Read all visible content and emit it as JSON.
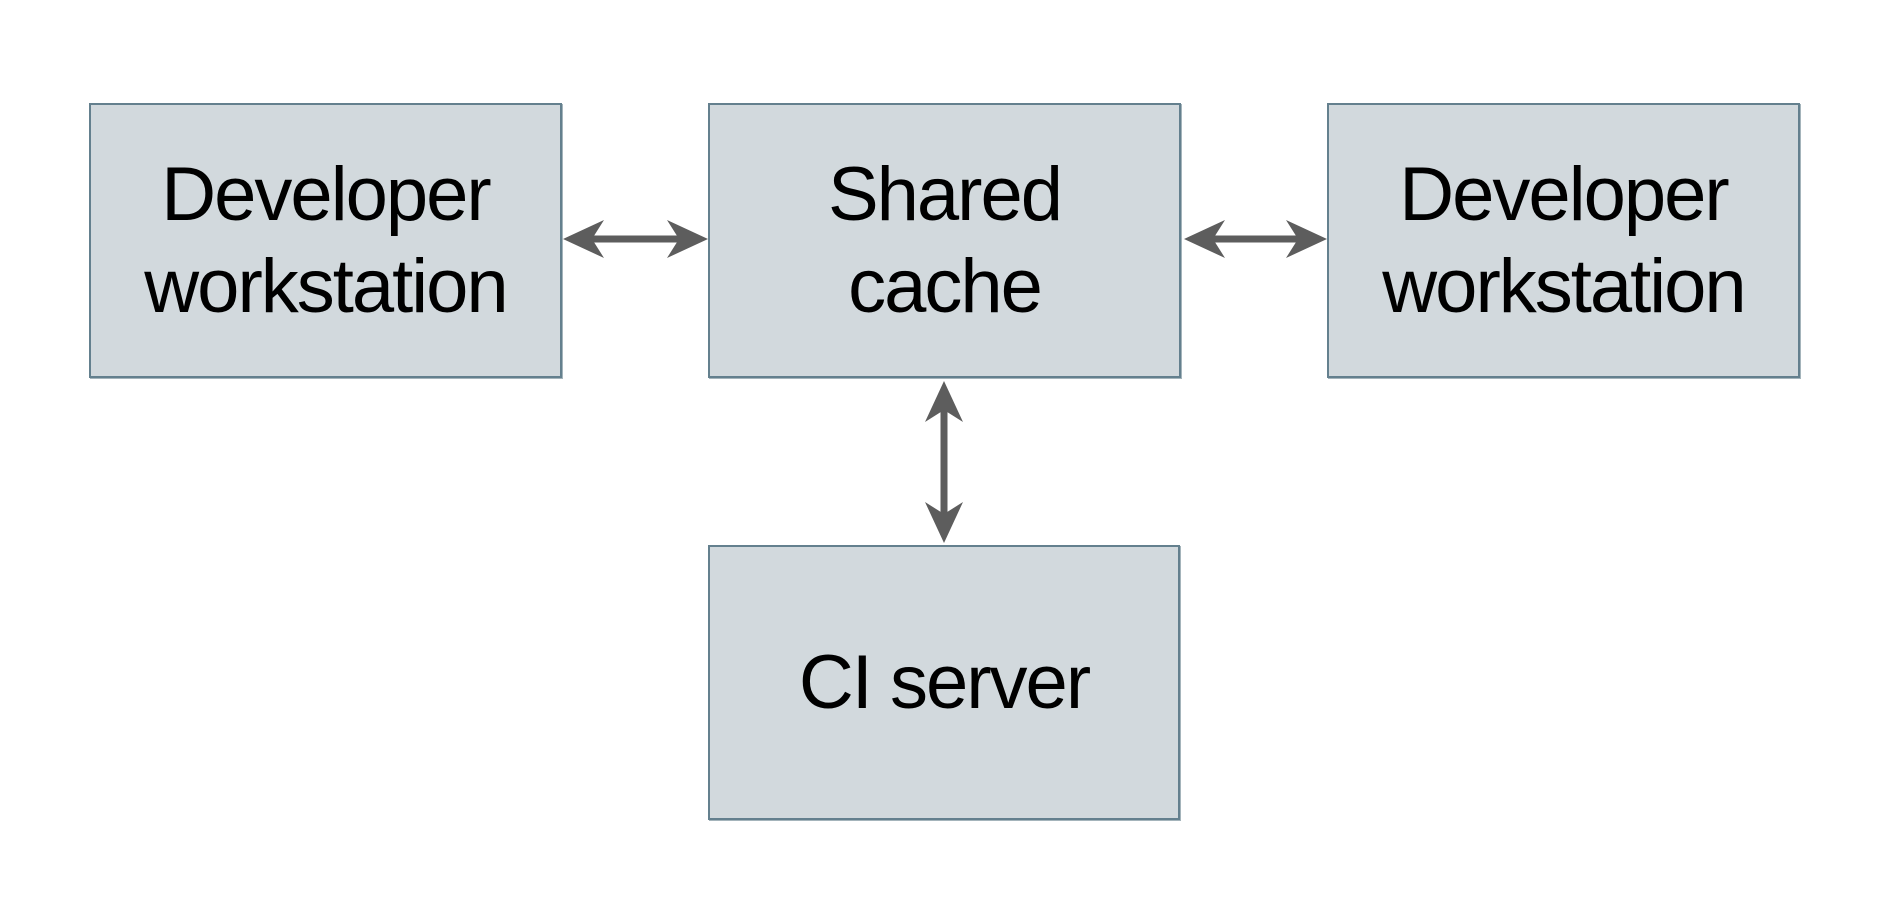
{
  "diagram": {
    "nodes": [
      {
        "id": "developer-workstation-left",
        "label": "Developer workstation"
      },
      {
        "id": "shared-cache",
        "label": "Shared cache"
      },
      {
        "id": "developer-workstation-right",
        "label": "Developer workstation"
      },
      {
        "id": "ci-server",
        "label": "CI server"
      }
    ],
    "edges": [
      {
        "from": "developer-workstation-left",
        "to": "shared-cache",
        "direction": "bidirectional"
      },
      {
        "from": "shared-cache",
        "to": "developer-workstation-right",
        "direction": "bidirectional"
      },
      {
        "from": "shared-cache",
        "to": "ci-server",
        "direction": "bidirectional"
      }
    ],
    "colors": {
      "background": "#ffffff",
      "node_fill": "#d2d9dd",
      "node_border": "#64808e",
      "arrow": "#5d5d5d",
      "text": "#000000"
    }
  }
}
